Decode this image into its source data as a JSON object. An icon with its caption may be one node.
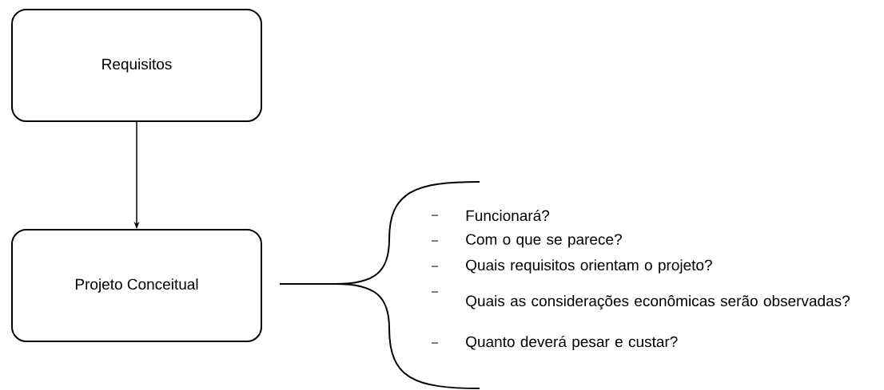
{
  "diagram": {
    "nodes": [
      {
        "text": [
          "Requisitos"
        ]
      },
      {
        "text": [
          "Projeto Conceitual"
        ]
      }
    ],
    "edges": [
      {
        "from": 0,
        "to": 1,
        "arrow": "to"
      }
    ],
    "labels": [
      "Funcionará?",
      "Com o que se parece?",
      "Quais requisitos orientam o projeto?",
      "Quais as considerações econômicas serão observadas?",
      "Quanto deverá pesar e custar?"
    ]
  }
}
